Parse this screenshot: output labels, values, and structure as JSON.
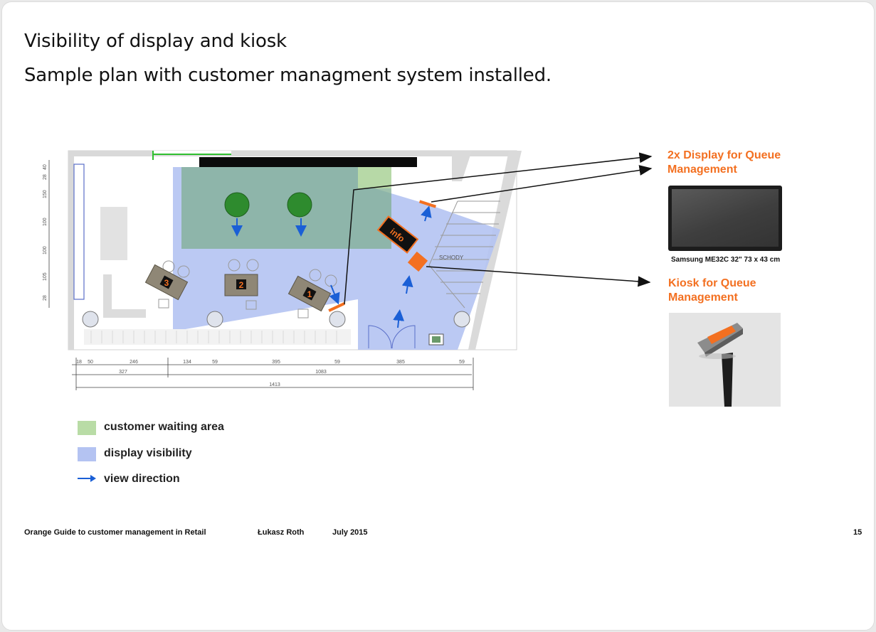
{
  "slide": {
    "title": "Visibility of display and kiosk",
    "subtitle": "Sample plan with customer managment system installed."
  },
  "plan": {
    "info_label": "info",
    "desk_labels": [
      "3",
      "2",
      "1"
    ],
    "stairs_label": "SCHODY",
    "dimensions_top": [
      "18",
      "50",
      "246",
      "134",
      "59",
      "395",
      "59",
      "385",
      "59"
    ],
    "dimensions_mid": [
      "327",
      "1083"
    ],
    "dimension_total": "1413",
    "left_dimensions": [
      "40",
      "28",
      "150",
      "100",
      "100",
      "105",
      "28"
    ]
  },
  "callouts": {
    "display_title": "2x Display for Queue Management",
    "display_caption": "Samsung ME32C 32\" 73 x 43 cm",
    "kiosk_title": "Kiosk for Queue Management"
  },
  "legend": [
    {
      "label": "customer waiting area",
      "color": "#b9dca6"
    },
    {
      "label": "display visibility",
      "color": "#b4c3f2"
    },
    {
      "label": "view direction",
      "color": "#1a5fd6"
    }
  ],
  "footer": {
    "guide": "Orange Guide to customer management in Retail",
    "author": "Łukasz Roth",
    "date": "July 2015",
    "page": "15"
  },
  "colors": {
    "accent_orange": "#f37021",
    "visibility_blue": "#b4c3f2",
    "waiting_green": "#b9dca6",
    "arrow_blue": "#1a5fd6"
  },
  "icons": {
    "view_direction": "arrow-right-icon"
  }
}
